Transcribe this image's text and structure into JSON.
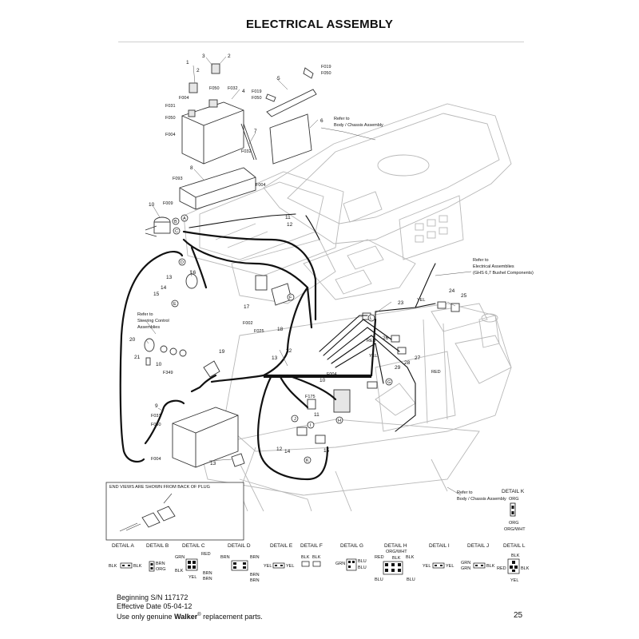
{
  "title": "ELECTRICAL ASSEMBLY",
  "footer": {
    "serial": "Beginning S/N 117172",
    "effective": "Effective Date 05-04-12",
    "use_pre": "Use only genuine ",
    "brand": "Walker",
    "reg": "®",
    "use_post": " replacement parts.",
    "page": "25"
  },
  "callouts": {
    "n1": "1",
    "n2a": "2",
    "n3": "3",
    "n2b": "2",
    "n4": "4",
    "n5": "5",
    "n6": "6",
    "n7": "7",
    "n8": "8",
    "n9": "9",
    "n10a": "10",
    "n10b": "10",
    "n10c": "10",
    "n11a": "11",
    "n11b": "11",
    "n12a": "12",
    "n12b": "12",
    "n13a": "13",
    "n13b": "13",
    "n13c": "13",
    "n14a": "14",
    "n14b": "14",
    "n15a": "15",
    "n15b": "15",
    "n16": "16",
    "n17": "17",
    "n18": "18",
    "n19": "19",
    "n20": "20",
    "n21": "21",
    "n22": "22",
    "n23": "23",
    "n24": "24",
    "n25": "25",
    "n26": "26",
    "n27": "27",
    "n28": "28",
    "n29": "29",
    "n30": "30",
    "f019a": "F019",
    "f050a": "F050",
    "f019b": "F019",
    "f050b": "F050",
    "f050c": "F050",
    "f032a": "F032",
    "f004a": "F004",
    "f031a": "F031",
    "f050d": "F050",
    "f004b": "F004",
    "f032b": "F032",
    "f093": "F093",
    "f004c": "F004",
    "f009": "F009",
    "f002": "F002",
    "f025": "F025",
    "f349": "F349",
    "f004d": "F004",
    "f175": "F175",
    "f031b": "F031",
    "f050e": "F050",
    "f004e": "F004",
    "la": "A",
    "lb": "B",
    "lc": "C",
    "ld": "D",
    "le": "E",
    "lf": "F",
    "lg": "G",
    "lh": "H",
    "li": "I",
    "lj": "J",
    "lk": "K",
    "ll": "L",
    "yel": "YEL",
    "red1": "RED",
    "yel2": "YEL",
    "red2": "RED"
  },
  "refs": {
    "body1": [
      "Refer to",
      "Body / Chassis Assembly"
    ],
    "elec": [
      "Refer to",
      "Electrical Assemblies",
      "(GHS 6,7 Bushel Components)"
    ],
    "steer": [
      "Refer to",
      "Steering Control",
      "Assemblies"
    ],
    "body2": [
      "Refer to",
      "Body / Chassis Assembly"
    ]
  },
  "end_views_note": "END VIEWS ARE SHOWN FROM BACK OF PLUG",
  "detail_k": {
    "title": "DETAIL K",
    "top": "ORG",
    "bottom": [
      "ORG",
      "ORG/WHT"
    ]
  },
  "details": [
    {
      "title": "DETAIL A",
      "wires": [
        "BLK",
        "BLK"
      ]
    },
    {
      "title": "DETAIL B",
      "wires": [
        "BRN",
        "ORG"
      ]
    },
    {
      "title": "DETAIL C",
      "wires": [
        "GRN",
        "RED",
        "BLK",
        "YEL",
        "BRN",
        "BRN"
      ]
    },
    {
      "title": "DETAIL D",
      "wires": [
        "BRN",
        "BRN",
        "BRN",
        "BRN"
      ]
    },
    {
      "title": "DETAIL E",
      "wires": [
        "YEL",
        "YEL"
      ]
    },
    {
      "title": "DETAIL F",
      "wires": [
        "BLK",
        "BLK"
      ]
    },
    {
      "title": "DETAIL G",
      "wires": [
        "GRN",
        "BLU",
        "BLU"
      ]
    },
    {
      "title": "DETAIL H",
      "wires": [
        "ORG/WHT",
        "BLK",
        "RED",
        "BLK",
        "BLU",
        "BLU"
      ]
    },
    {
      "title": "DETAIL I",
      "wires": [
        "YEL",
        "YEL"
      ]
    },
    {
      "title": "DETAIL J",
      "wires": [
        "GRN",
        "GRN",
        "BLK"
      ]
    },
    {
      "title": "DETAIL L",
      "wires": [
        "BLK",
        "RED",
        "BLK",
        "YEL"
      ]
    }
  ]
}
